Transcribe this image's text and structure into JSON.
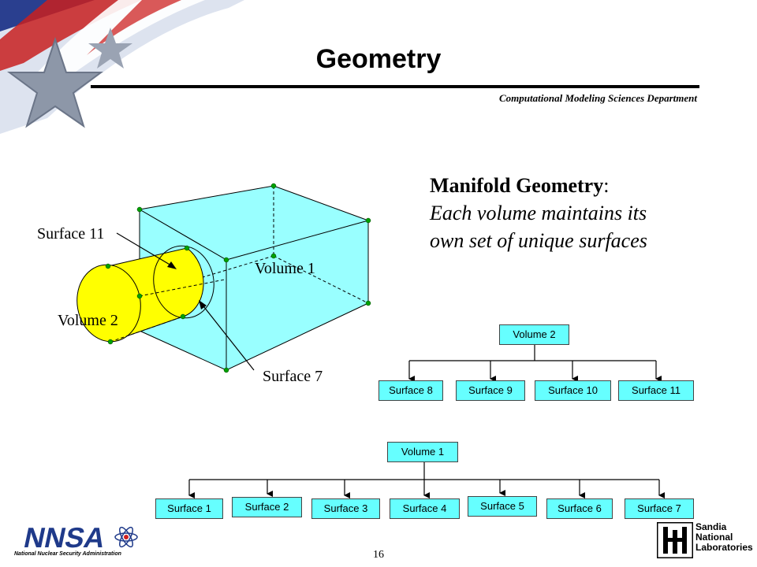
{
  "slide": {
    "title": "Geometry",
    "department": "Computational Modeling Sciences Department",
    "page_number": "16"
  },
  "manifold": {
    "heading": "Manifold Geometry",
    "colon": ":",
    "body": "Each volume maintains its own set of unique surfaces"
  },
  "figure": {
    "surface_11": "Surface 11",
    "volume_1": "Volume 1",
    "volume_2": "Volume 2",
    "surface_7": "Surface 7"
  },
  "tree_volume2": {
    "root": "Volume 2",
    "children": [
      "Surface 8",
      "Surface 9",
      "Surface 10",
      "Surface 11"
    ]
  },
  "tree_volume1": {
    "root": "Volume 1",
    "children": [
      "Surface 1",
      "Surface 2",
      "Surface 3",
      "Surface 4",
      "Surface 5",
      "Surface 6",
      "Surface 7"
    ]
  },
  "logos": {
    "nnsa": "NNSA",
    "nnsa_caption": "National Nuclear Security Administration",
    "sandia_line1": "Sandia",
    "sandia_line2": "National",
    "sandia_line3": "Laboratories"
  },
  "colors": {
    "box_fill": "#66ffff",
    "cube_fill": "#99ffff",
    "cylinder_fill": "#ffff00",
    "vertex": "#00a000",
    "banner_blue": "#1f3a8a",
    "banner_red": "#d02020"
  }
}
